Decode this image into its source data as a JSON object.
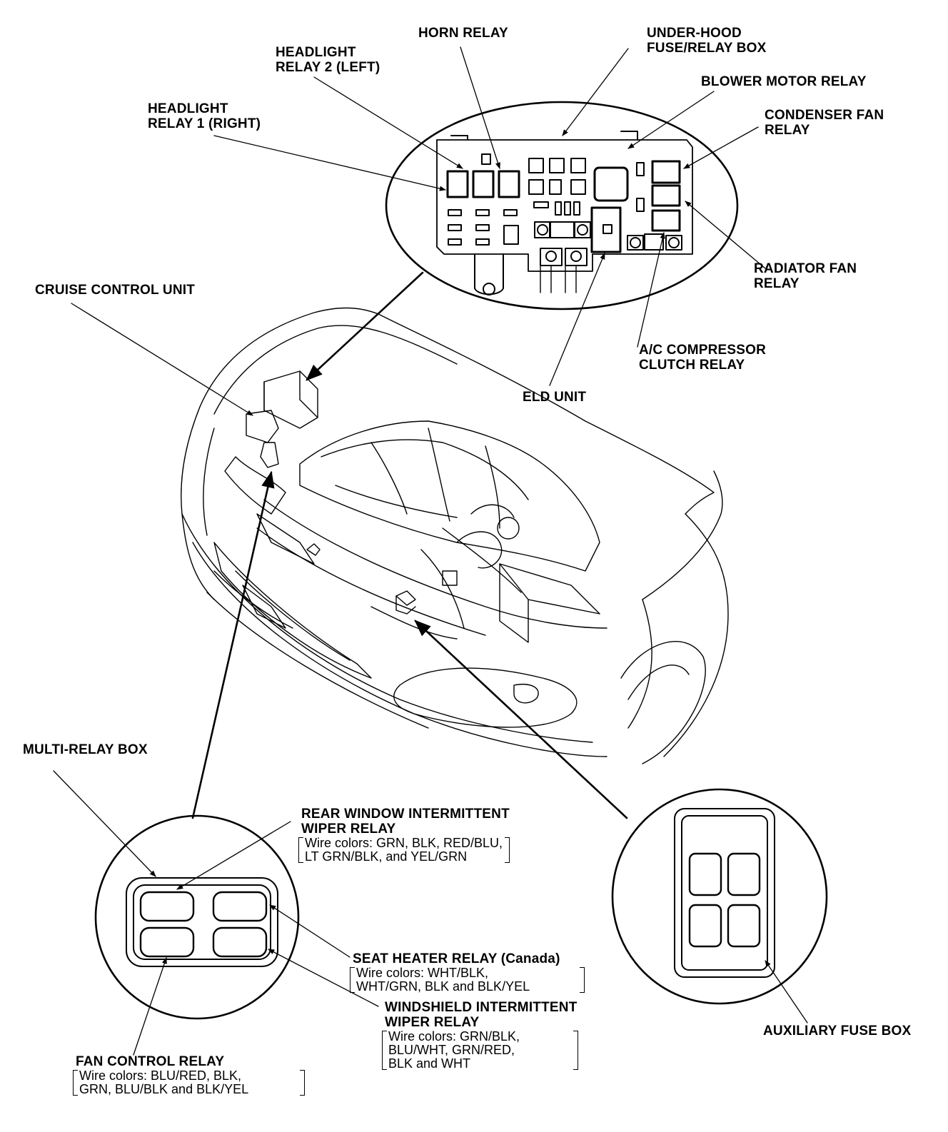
{
  "labels": {
    "horn_relay": "HORN RELAY",
    "underhood_box": [
      "UNDER-HOOD",
      "FUSE/RELAY BOX"
    ],
    "headlight_relay_2": [
      "HEADLIGHT",
      "RELAY 2 (LEFT)"
    ],
    "blower_motor_relay": "BLOWER MOTOR RELAY",
    "headlight_relay_1": [
      "HEADLIGHT",
      "RELAY 1 (RIGHT)"
    ],
    "condenser_fan_relay": [
      "CONDENSER FAN",
      "RELAY"
    ],
    "cruise_control_unit": "CRUISE CONTROL UNIT",
    "radiator_fan_relay": [
      "RADIATOR FAN",
      "RELAY"
    ],
    "ac_compressor_clutch_relay": [
      "A/C COMPRESSOR",
      "CLUTCH RELAY"
    ],
    "eld_unit": "ELD UNIT",
    "multi_relay_box": "MULTI-RELAY BOX",
    "rear_window_wiper_relay": {
      "title": [
        "REAR WINDOW INTERMITTENT",
        "WIPER RELAY"
      ],
      "wires": [
        "Wire colors: GRN, BLK, RED/BLU,",
        "LT GRN/BLK, and YEL/GRN"
      ]
    },
    "seat_heater_relay": {
      "title": "SEAT HEATER RELAY (Canada)",
      "wires": [
        "Wire colors: WHT/BLK,",
        "WHT/GRN, BLK and BLK/YEL"
      ]
    },
    "windshield_wiper_relay": {
      "title": [
        "WINDSHIELD INTERMITTENT",
        "WIPER RELAY"
      ],
      "wires": [
        "Wire colors: GRN/BLK,",
        "BLU/WHT, GRN/RED,",
        "BLK and WHT"
      ]
    },
    "fan_control_relay": {
      "title": "FAN CONTROL RELAY",
      "wires": [
        "Wire colors: BLU/RED, BLK,",
        "GRN, BLU/BLK and BLK/YEL"
      ]
    },
    "auxiliary_fuse_box": "AUXILIARY FUSE BOX"
  }
}
